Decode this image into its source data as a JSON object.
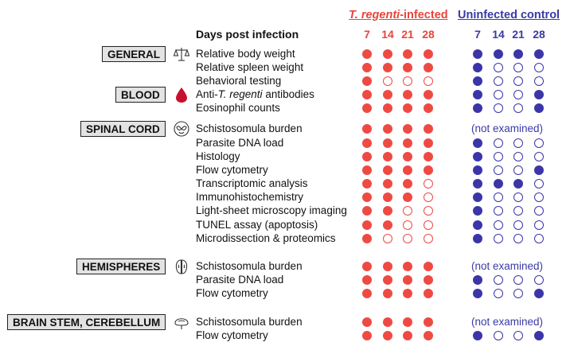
{
  "header": {
    "infected_species": "T. regenti",
    "infected_suffix": "-infected",
    "uninfected": "Uninfected control",
    "days_label": "Days post infection",
    "infected_days": [
      "7",
      "14",
      "21",
      "28"
    ],
    "uninfected_days": [
      "7",
      "14",
      "21",
      "28"
    ]
  },
  "not_examined_text": "(not examined)",
  "colors": {
    "infected": "#ee4a44",
    "uninfected": "#3c35a8",
    "box_fill": "#e3e3e3"
  },
  "sections": [
    {
      "name": "GENERAL",
      "icon": "balance-scale-icon",
      "rows": [
        {
          "label": "Relative body weight",
          "infected": [
            1,
            1,
            1,
            1
          ],
          "uninfected": [
            1,
            1,
            1,
            1
          ]
        },
        {
          "label": "Relative spleen weight",
          "infected": [
            1,
            1,
            1,
            1
          ],
          "uninfected": [
            1,
            0,
            0,
            0
          ]
        },
        {
          "label": "Behavioral testing",
          "infected": [
            1,
            0,
            0,
            0
          ],
          "uninfected": [
            1,
            0,
            0,
            0
          ]
        }
      ]
    },
    {
      "name": "BLOOD",
      "icon": "blood-drop-icon",
      "rows": [
        {
          "label_pre": "Anti-",
          "label_italic": "T. regenti",
          "label_post": " antibodies",
          "infected": [
            1,
            1,
            1,
            1
          ],
          "uninfected": [
            1,
            0,
            0,
            1
          ]
        },
        {
          "label": "Eosinophil counts",
          "infected": [
            1,
            1,
            1,
            1
          ],
          "uninfected": [
            1,
            0,
            0,
            1
          ]
        }
      ]
    },
    {
      "name": "SPINAL CORD",
      "icon": "spinal-cord-section-icon",
      "rows": [
        {
          "label": "Schistosomula burden",
          "infected": [
            1,
            1,
            1,
            1
          ],
          "uninfected": null
        },
        {
          "label": "Parasite DNA load",
          "infected": [
            1,
            1,
            1,
            1
          ],
          "uninfected": [
            1,
            0,
            0,
            0
          ]
        },
        {
          "label": "Histology",
          "infected": [
            1,
            1,
            1,
            1
          ],
          "uninfected": [
            1,
            0,
            0,
            0
          ]
        },
        {
          "label": "Flow cytometry",
          "infected": [
            1,
            1,
            1,
            1
          ],
          "uninfected": [
            1,
            0,
            0,
            1
          ]
        },
        {
          "label": "Transcriptomic analysis",
          "infected": [
            1,
            1,
            1,
            0
          ],
          "uninfected": [
            1,
            1,
            1,
            0
          ]
        },
        {
          "label": "Immunohistochemistry",
          "infected": [
            1,
            1,
            1,
            0
          ],
          "uninfected": [
            1,
            0,
            0,
            0
          ]
        },
        {
          "label": "Light-sheet microscopy imaging",
          "infected": [
            1,
            1,
            0,
            0
          ],
          "uninfected": [
            1,
            0,
            0,
            0
          ]
        },
        {
          "label": "TUNEL assay (apoptosis)",
          "infected": [
            1,
            1,
            0,
            0
          ],
          "uninfected": [
            1,
            0,
            0,
            0
          ]
        },
        {
          "label": "Microdissection & proteomics",
          "infected": [
            1,
            0,
            0,
            0
          ],
          "uninfected": [
            1,
            0,
            0,
            0
          ]
        }
      ]
    },
    {
      "name": "HEMISPHERES",
      "icon": "brain-hemispheres-icon",
      "rows": [
        {
          "label": "Schistosomula burden",
          "infected": [
            1,
            1,
            1,
            1
          ],
          "uninfected": null
        },
        {
          "label": "Parasite DNA load",
          "infected": [
            1,
            1,
            1,
            1
          ],
          "uninfected": [
            1,
            0,
            0,
            0
          ]
        },
        {
          "label": "Flow cytometry",
          "infected": [
            1,
            1,
            1,
            1
          ],
          "uninfected": [
            1,
            0,
            0,
            1
          ]
        }
      ]
    },
    {
      "name": "BRAIN STEM, CEREBELLUM",
      "icon": "brain-stem-cerebellum-icon",
      "rows": [
        {
          "label": "Schistosomula burden",
          "infected": [
            1,
            1,
            1,
            1
          ],
          "uninfected": null
        },
        {
          "label": "Flow cytometry",
          "infected": [
            1,
            1,
            1,
            1
          ],
          "uninfected": [
            1,
            0,
            0,
            1
          ]
        }
      ]
    }
  ]
}
